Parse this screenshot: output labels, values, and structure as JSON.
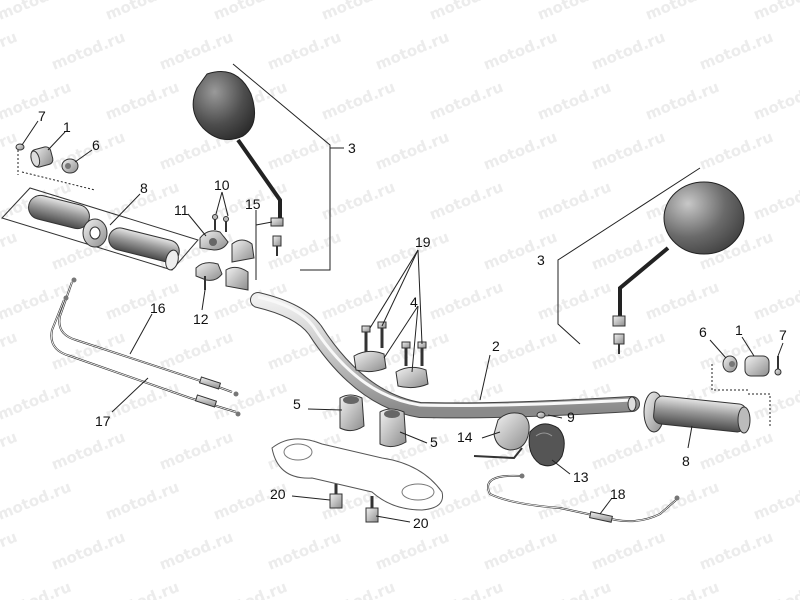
{
  "watermark": {
    "text": "motod.ru"
  },
  "colors": {
    "background": "#ffffff",
    "watermark": "#ececec",
    "line": "#222222",
    "metal_light": "#e2e2e2",
    "metal_mid": "#b9b9b9",
    "metal_dark": "#6b6b6b",
    "mirror": "#5a5a5a"
  },
  "callouts": {
    "c1_left": "1",
    "c1_right": "1",
    "c2": "2",
    "c3_left": "3",
    "c3_right": "3",
    "c4": "4",
    "c5_top": "5",
    "c5_bottom": "5",
    "c6_left": "6",
    "c6_right": "6",
    "c7_left": "7",
    "c7_right": "7",
    "c8_left": "8",
    "c8_right": "8",
    "c9": "9",
    "c10": "10",
    "c11": "11",
    "c12": "12",
    "c13": "13",
    "c14": "14",
    "c15": "15",
    "c16": "16",
    "c17": "17",
    "c18": "18",
    "c19": "19",
    "c20_top": "20",
    "c20_bottom": "20"
  }
}
